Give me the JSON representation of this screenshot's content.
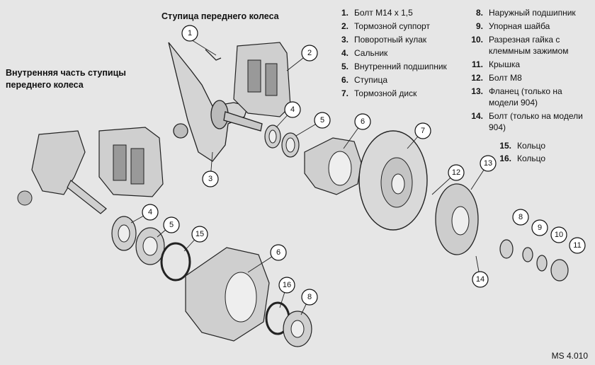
{
  "titles": {
    "main": "Ступица переднего колеса",
    "inner": "Внутренняя часть ступицы переднего колеса"
  },
  "legend_col1": [
    {
      "n": "1.",
      "t": "Болт М14 х 1,5"
    },
    {
      "n": "2.",
      "t": "Тормозной суппорт"
    },
    {
      "n": "3.",
      "t": "Поворотный кулак"
    },
    {
      "n": "4.",
      "t": "Сальник"
    },
    {
      "n": "5.",
      "t": "Внутренний подшипник"
    },
    {
      "n": "6.",
      "t": "Ступица"
    },
    {
      "n": "7.",
      "t": "Тормозной диск"
    }
  ],
  "legend_col2": [
    {
      "n": "8.",
      "t": "Наружный подшипник"
    },
    {
      "n": "9.",
      "t": "Упорная шайба"
    },
    {
      "n": "10.",
      "t": "Разрезная гайка с клеммным зажимом"
    },
    {
      "n": "11.",
      "t": "Крышка"
    },
    {
      "n": "12.",
      "t": "Болт М8"
    },
    {
      "n": "13.",
      "t": "Фланец (только на модели 904)"
    },
    {
      "n": "14.",
      "t": "Болт (только на модели 904)"
    }
  ],
  "legend_extra": [
    {
      "n": "15.",
      "t": "Кольцо"
    },
    {
      "n": "16.",
      "t": "Кольцо"
    }
  ],
  "callouts": [
    "1",
    "2",
    "3",
    "4",
    "5",
    "6",
    "7",
    "8",
    "9",
    "10",
    "11",
    "12",
    "13",
    "14",
    "4",
    "5",
    "15",
    "6",
    "16",
    "8"
  ],
  "figure_code": "MS 4.010"
}
